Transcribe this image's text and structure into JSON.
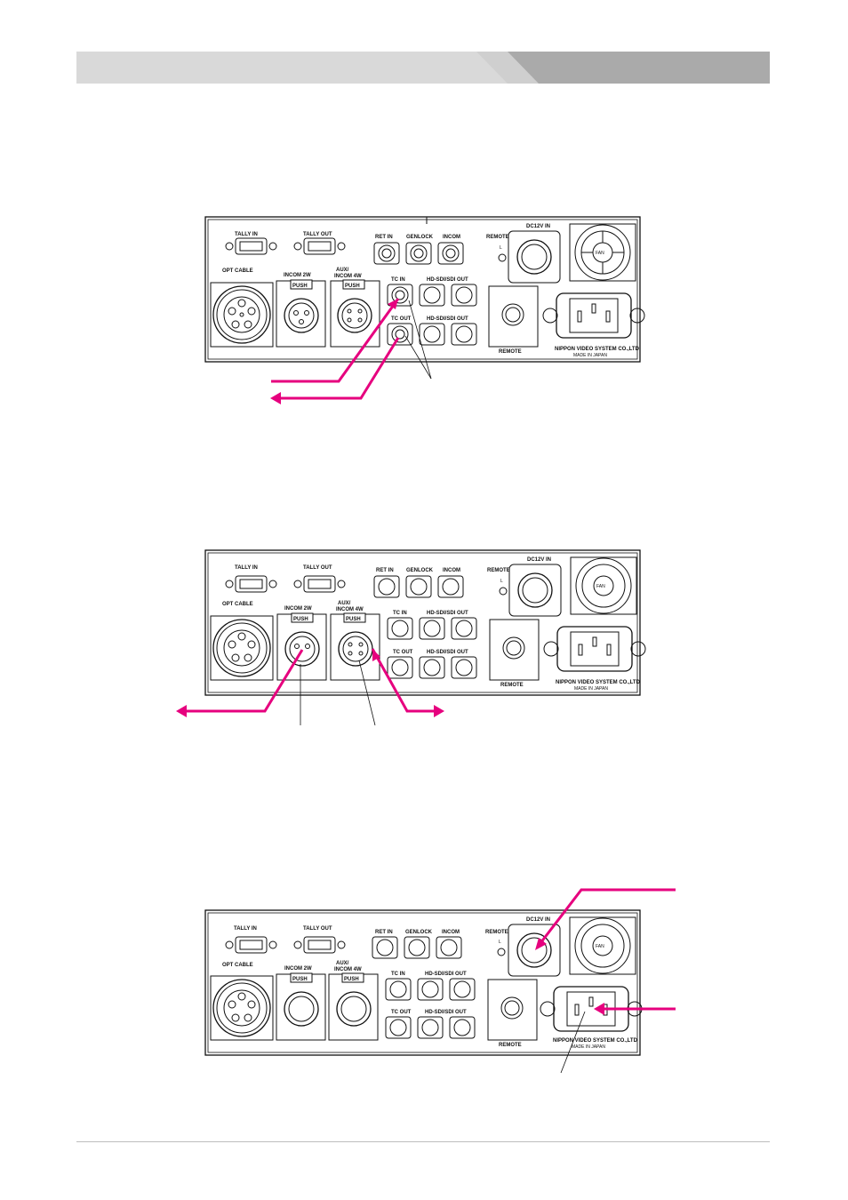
{
  "panel_labels": {
    "tally_in": "TALLY IN",
    "tally_out": "TALLY OUT",
    "opt_cable": "OPT CABLE",
    "incom_2w": "INCOM 2W",
    "aux_1": "AUX/",
    "aux_2": "INCOM 4W",
    "push": "PUSH",
    "ret_in": "RET IN",
    "genlock": "GENLOCK",
    "incom": "INCOM",
    "tc_in": "TC IN",
    "tc_out": "TC OUT",
    "hdsdi_out": "HD-SDI/SDI OUT",
    "remote": "REMOTE",
    "remote_led": "L",
    "dc12v_in": "DC12V IN",
    "fan": "FAN",
    "maker": "NIPPON VIDEO SYSTEM CO.,LTD",
    "made_in": "MADE IN JAPAN"
  },
  "colors": {
    "header_light": "#d9d9d9",
    "header_dark": "#aaaaaa",
    "arrow": "#e6007e",
    "line": "#111111"
  }
}
